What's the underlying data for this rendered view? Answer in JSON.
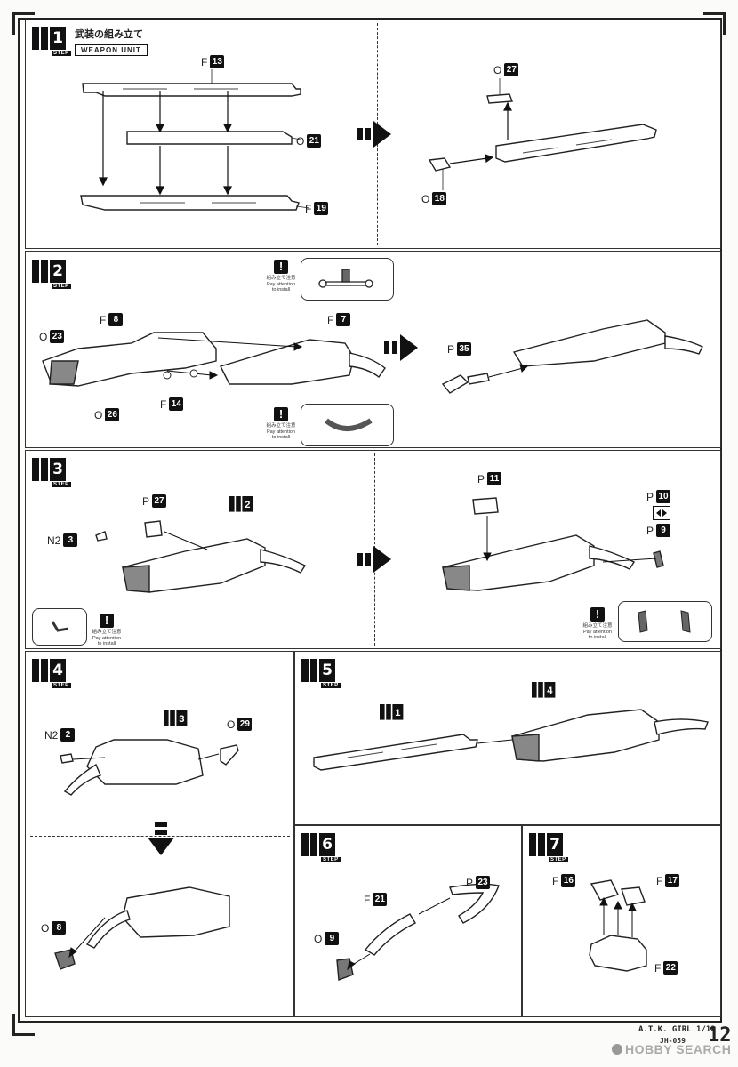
{
  "page_number": "12",
  "footer": {
    "product": "A.T.K. GIRL 1/12",
    "code": "JH-059"
  },
  "watermark": "HOBBY SEARCH",
  "title": {
    "jp": "武装の組み立て",
    "en": "WEAPON UNIT"
  },
  "step_label": "STEP",
  "warning": {
    "mark": "!",
    "jp": "組み立て注意",
    "en1": "Pay attention",
    "en2": "to install"
  },
  "steps": [
    {
      "num": "1",
      "parts": [
        {
          "letter": "F",
          "num": "13"
        },
        {
          "letter": "O",
          "num": "21"
        },
        {
          "letter": "F",
          "num": "19"
        },
        {
          "letter": "O",
          "num": "27"
        },
        {
          "letter": "O",
          "num": "18"
        }
      ]
    },
    {
      "num": "2",
      "parts": [
        {
          "letter": "F",
          "num": "8"
        },
        {
          "letter": "F",
          "num": "7"
        },
        {
          "letter": "O",
          "num": "23"
        },
        {
          "letter": "O",
          "num": "26"
        },
        {
          "letter": "F",
          "num": "14"
        },
        {
          "letter": "P",
          "num": "35"
        }
      ]
    },
    {
      "num": "3",
      "parts": [
        {
          "letter": "P",
          "num": "27"
        },
        {
          "letter": "N2",
          "num": "3"
        },
        {
          "letter": "P",
          "num": "11"
        },
        {
          "letter": "P",
          "num": "10"
        },
        {
          "letter": "P",
          "num": "9"
        }
      ],
      "ref": "2"
    },
    {
      "num": "4",
      "parts": [
        {
          "letter": "N2",
          "num": "2"
        },
        {
          "letter": "O",
          "num": "29"
        },
        {
          "letter": "O",
          "num": "8"
        }
      ],
      "ref": "3"
    },
    {
      "num": "5",
      "refs": [
        "1",
        "4"
      ]
    },
    {
      "num": "6",
      "parts": [
        {
          "letter": "P",
          "num": "23"
        },
        {
          "letter": "F",
          "num": "21"
        },
        {
          "letter": "O",
          "num": "9"
        }
      ]
    },
    {
      "num": "7",
      "parts": [
        {
          "letter": "F",
          "num": "16"
        },
        {
          "letter": "F",
          "num": "17"
        },
        {
          "letter": "F",
          "num": "22"
        }
      ]
    }
  ]
}
